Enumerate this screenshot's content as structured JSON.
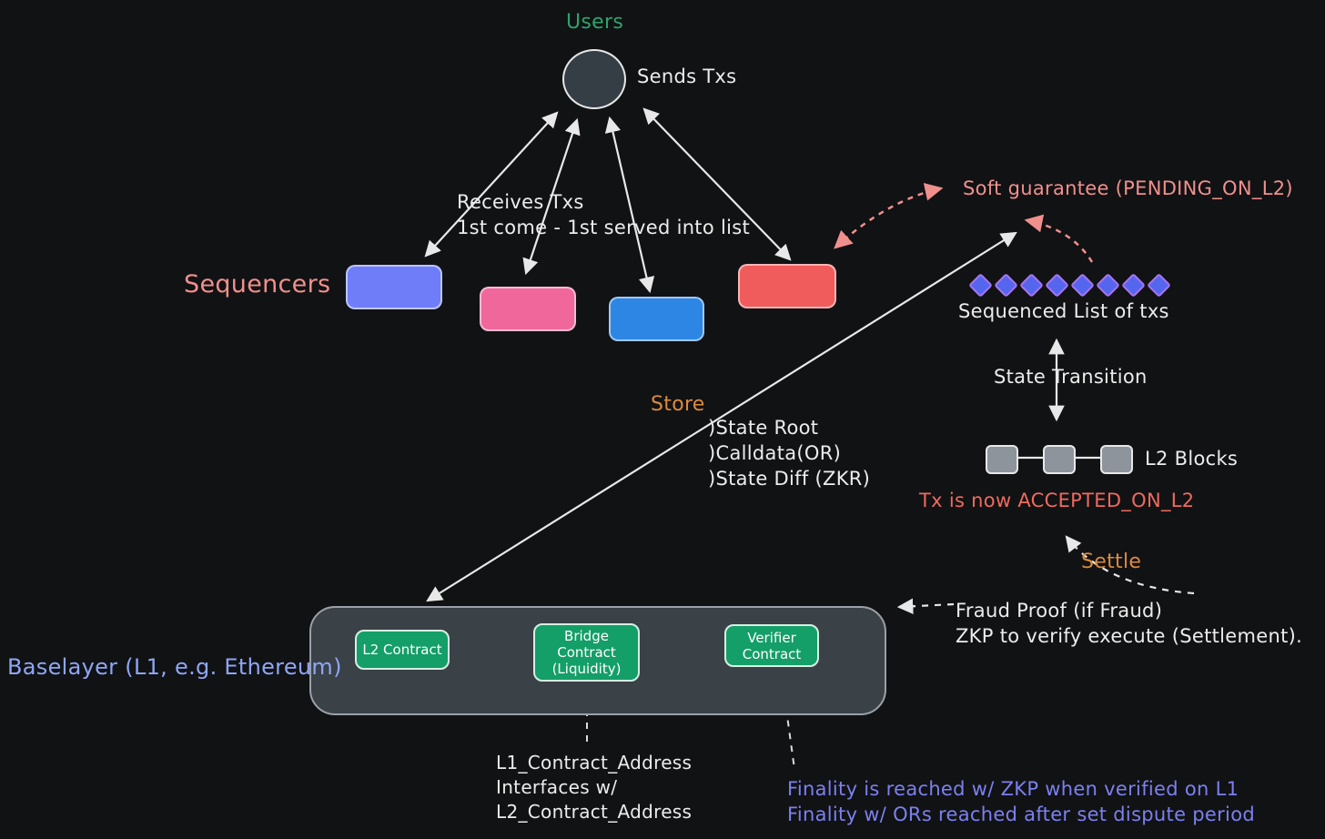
{
  "palette": {
    "background": "#111214",
    "green_label": "#2fa36c",
    "salmon": "#f0908d",
    "red_accent": "#ef6a5e",
    "orange": "#dd8a3e",
    "periwinkle": "#8fa6f5",
    "purple_text": "#7b80f0",
    "contract_green": "#149e68",
    "sequencer_box_colors": [
      "#6f7ef8",
      "#f0679c",
      "#2e86e4",
      "#f05c5c"
    ],
    "white_text": "#ececec"
  },
  "top": {
    "users_label": "Users",
    "sends_txs": "Sends Txs",
    "receives_txs": "Receives Txs",
    "fcfs_line": "1st come - 1st served into list"
  },
  "sequencers": {
    "label": "Sequencers"
  },
  "right_flow": {
    "soft_guarantee": "Soft guarantee (PENDING_ON_L2)",
    "sequenced_list": "Sequenced List of txs",
    "state_transition": "State Transition",
    "l2_blocks": "L2 Blocks",
    "tx_accepted": "Tx is now ACCEPTED_ON_L2",
    "settle": "Settle",
    "fraud_line1": "Fraud Proof (if Fraud)",
    "fraud_line2": "ZKP to verify execute (Settlement)."
  },
  "store": {
    "label": "Store",
    "line1": ")State Root",
    "line2": ")Calldata(OR)",
    "line3": ")State Diff (ZKR)"
  },
  "baselayer": {
    "label": "Baselayer (L1, e.g. Ethereum)",
    "l2_contract": "L2 Contract",
    "bridge_contract": "Bridge Contract (Liquidity)",
    "verifier_contract": "Verifier Contract"
  },
  "footnotes": {
    "l1_addr_line1": "L1_Contract_Address",
    "l1_addr_line2": "Interfaces w/",
    "l1_addr_line3": "L2_Contract_Address",
    "finality_line1": "Finality is reached w/ ZKP when verified on L1",
    "finality_line2": "Finality w/ ORs reached after set dispute period"
  }
}
